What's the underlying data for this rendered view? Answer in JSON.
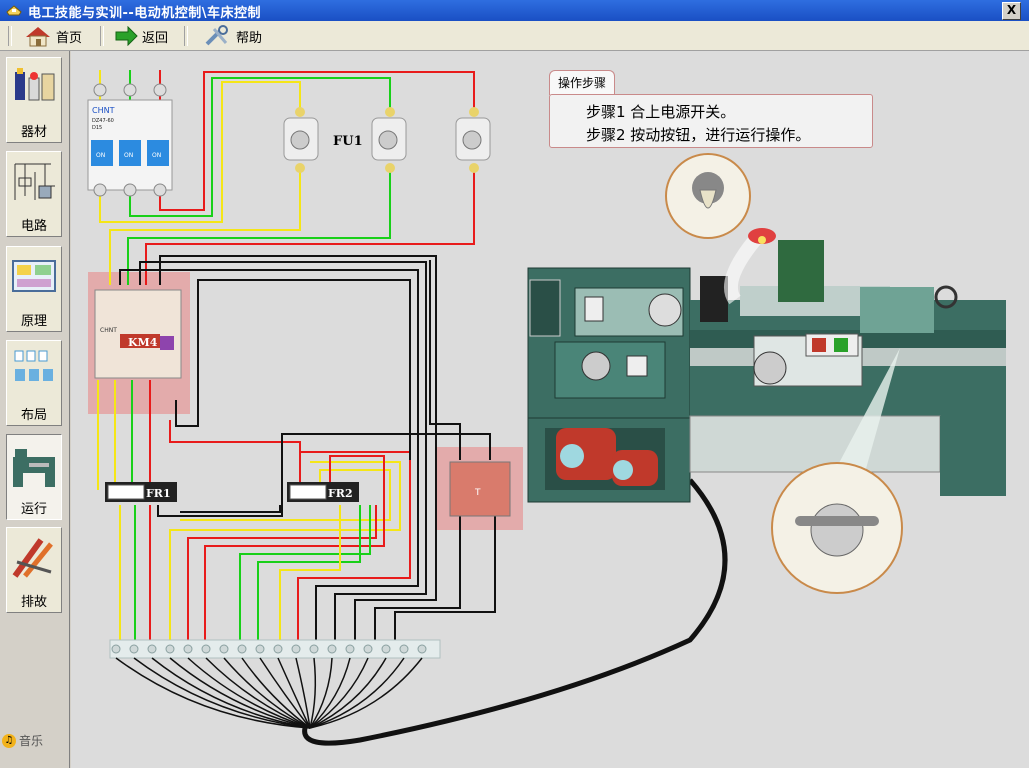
{
  "window": {
    "title": "电工技能与实训--电动机控制\\车床控制",
    "close_label": "X"
  },
  "toolbar": {
    "home_label": "首页",
    "back_label": "返回",
    "help_label": "帮助"
  },
  "sidebar": {
    "items": [
      {
        "label": "器材",
        "icon": "equipment-icon"
      },
      {
        "label": "电路",
        "icon": "circuit-icon"
      },
      {
        "label": "原理",
        "icon": "principle-icon"
      },
      {
        "label": "布局",
        "icon": "layout-icon"
      },
      {
        "label": "运行",
        "icon": "run-icon",
        "active": true
      },
      {
        "label": "排故",
        "icon": "troubleshoot-icon"
      }
    ],
    "music_label": "音乐"
  },
  "diagram": {
    "breaker_brand": "CHNT",
    "breaker_model": "DZ47-60",
    "breaker_rating": "D15",
    "breaker_on_label": "ON",
    "fuse_label": "FU1",
    "contactor_label": "KM4",
    "contactor_brand": "CHNT",
    "relay1_label": "FR1",
    "relay2_label": "FR2",
    "transformer_label": "T"
  },
  "steps_panel": {
    "tab_label": "操作步骤",
    "step1": "步骤1  合上电源开关。",
    "step2": "步骤2  按动按钮，进行运行操作。"
  },
  "colors": {
    "wire_yellow": "#f5e616",
    "wire_green": "#19d019",
    "wire_red": "#e81b1b",
    "wire_black": "#111111",
    "lathe_body": "#3c6e63",
    "highlight": "#e88a8a"
  }
}
